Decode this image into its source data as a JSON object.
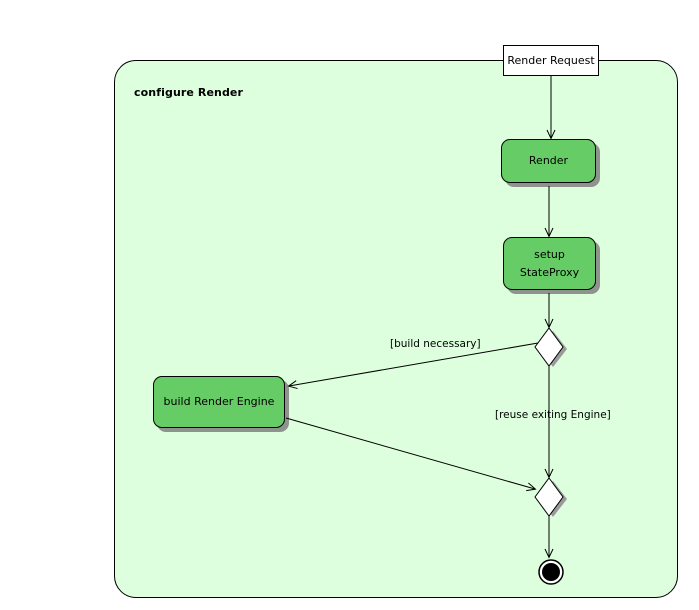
{
  "diagram": {
    "type": "uml-activity-diagram",
    "title": "configure Render",
    "entry_label": "Render Request",
    "colors": {
      "frame_fill": "#ddffdd",
      "frame_border": "#000000",
      "action_fill": "#66cc66",
      "action_border": "#000000",
      "shadow": "#808080",
      "decision_fill": "#ffffff",
      "final_node": "#000000",
      "page_background": "#ffffff"
    },
    "nodes": [
      {
        "id": "entry",
        "kind": "entry-label",
        "label": "Render Request"
      },
      {
        "id": "render",
        "kind": "action",
        "label": "Render",
        "lines": [
          "Render"
        ]
      },
      {
        "id": "setup",
        "kind": "action",
        "label": "setup StateProxy",
        "lines": [
          "setup",
          "StateProxy"
        ]
      },
      {
        "id": "decision",
        "kind": "decision",
        "label": ""
      },
      {
        "id": "build",
        "kind": "action",
        "label": "build Render Engine",
        "lines": [
          "build Render Engine"
        ]
      },
      {
        "id": "merge",
        "kind": "merge",
        "label": ""
      },
      {
        "id": "final",
        "kind": "final-node",
        "label": ""
      }
    ],
    "edges": [
      {
        "from": "entry",
        "to": "render",
        "label": ""
      },
      {
        "from": "render",
        "to": "setup",
        "label": ""
      },
      {
        "from": "setup",
        "to": "decision",
        "label": ""
      },
      {
        "from": "decision",
        "to": "build",
        "label": "[build necessary]"
      },
      {
        "from": "decision",
        "to": "merge",
        "label": "[reuse exiting Engine]"
      },
      {
        "from": "build",
        "to": "merge",
        "label": ""
      },
      {
        "from": "merge",
        "to": "final",
        "label": ""
      }
    ],
    "edge_labels": {
      "build_necessary": "[build necessary]",
      "reuse_engine": "[reuse exiting Engine]"
    }
  }
}
